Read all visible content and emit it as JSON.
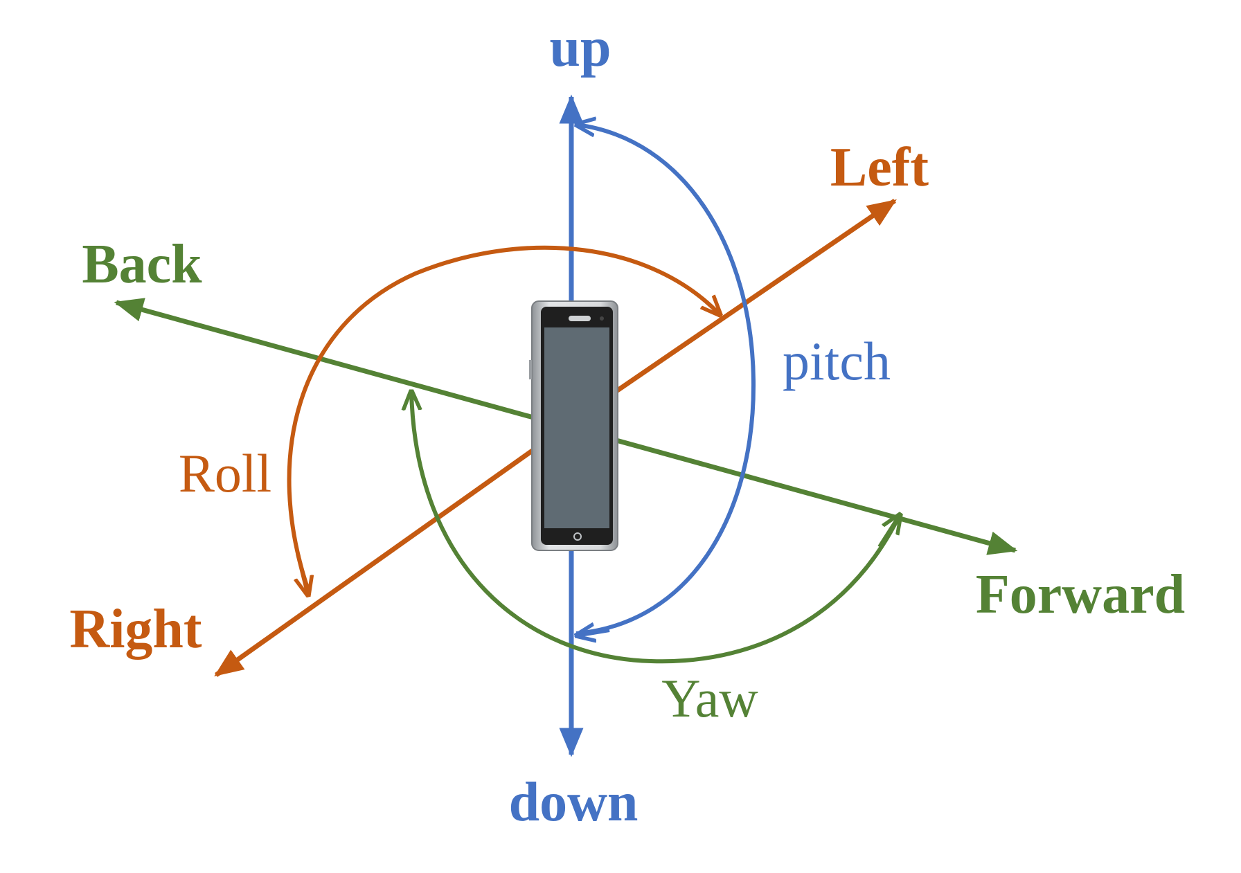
{
  "labels": {
    "up": "up",
    "down": "down",
    "left": "Left",
    "right": "Right",
    "back": "Back",
    "forward": "Forward",
    "pitch": "pitch",
    "roll": "Roll",
    "yaw": "Yaw"
  },
  "colors": {
    "vertical_axis": "#4472C4",
    "lateral_axis": "#C55A11",
    "longitudinal_axis": "#548235",
    "phone_body": "#1f1f1f",
    "phone_frame": "#c8cacc",
    "phone_screen": "#5f6b73"
  },
  "icons": {
    "phone": "smartphone-icon"
  }
}
